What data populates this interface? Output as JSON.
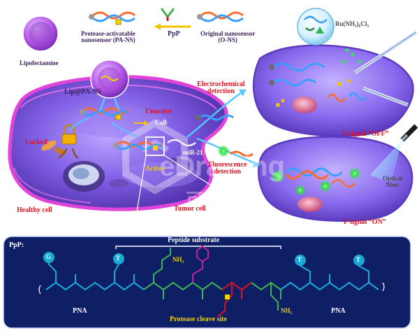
{
  "labels": {
    "protease_sensor": "Protease-activatable\nnanosensor (PA-NS)",
    "ppp_top": "PpP",
    "original_sensor": "Original nanosensor\n(O-NS)",
    "lipofectamine": "Lipofectamine",
    "lip_pans": "Lip@PA-NS",
    "unactive": "Unactive",
    "cab": "CaB",
    "locked": "Locked",
    "mir21": "miR-21",
    "active": "Active",
    "healthy_cell": "Healthy cell",
    "tumor_cell": "Tumor cell",
    "electrochemical": "Electrochemical\ndetection",
    "fluorescence": "Fluorescence\ndetection",
    "ruthenium": "Ru(NH₃)₆Cl₃",
    "e_signal": "E signal “OFF”",
    "f_signal": "F signal “ON”",
    "optical_fiber": "Optical\nfiber",
    "ppp_panel": "PpP:",
    "peptide_substrate": "Peptide substrate",
    "pna_left": "PNA",
    "pna_right": "PNA",
    "cleave_site": "Protease cleave site",
    "nh2_top": "NH₂",
    "nh2_bottom": "NH₂",
    "base_g": "G",
    "base_t1": "T",
    "base_t2": "T",
    "base_t3": "T"
  },
  "watermark": {
    "latin": "eDrawing",
    "cjk": "可研绘会"
  },
  "colors": {
    "cell_purple": "#7a55e0",
    "membrane_pink": "#e040d8",
    "pna_cyan": "#1aa9d6",
    "peptide_green": "#3fb34f",
    "phenyl_magenta": "#c020a0",
    "cleave_red": "#d81020",
    "cleave_yellow": "#f2d300",
    "panel_navy": "#0f1f66"
  }
}
